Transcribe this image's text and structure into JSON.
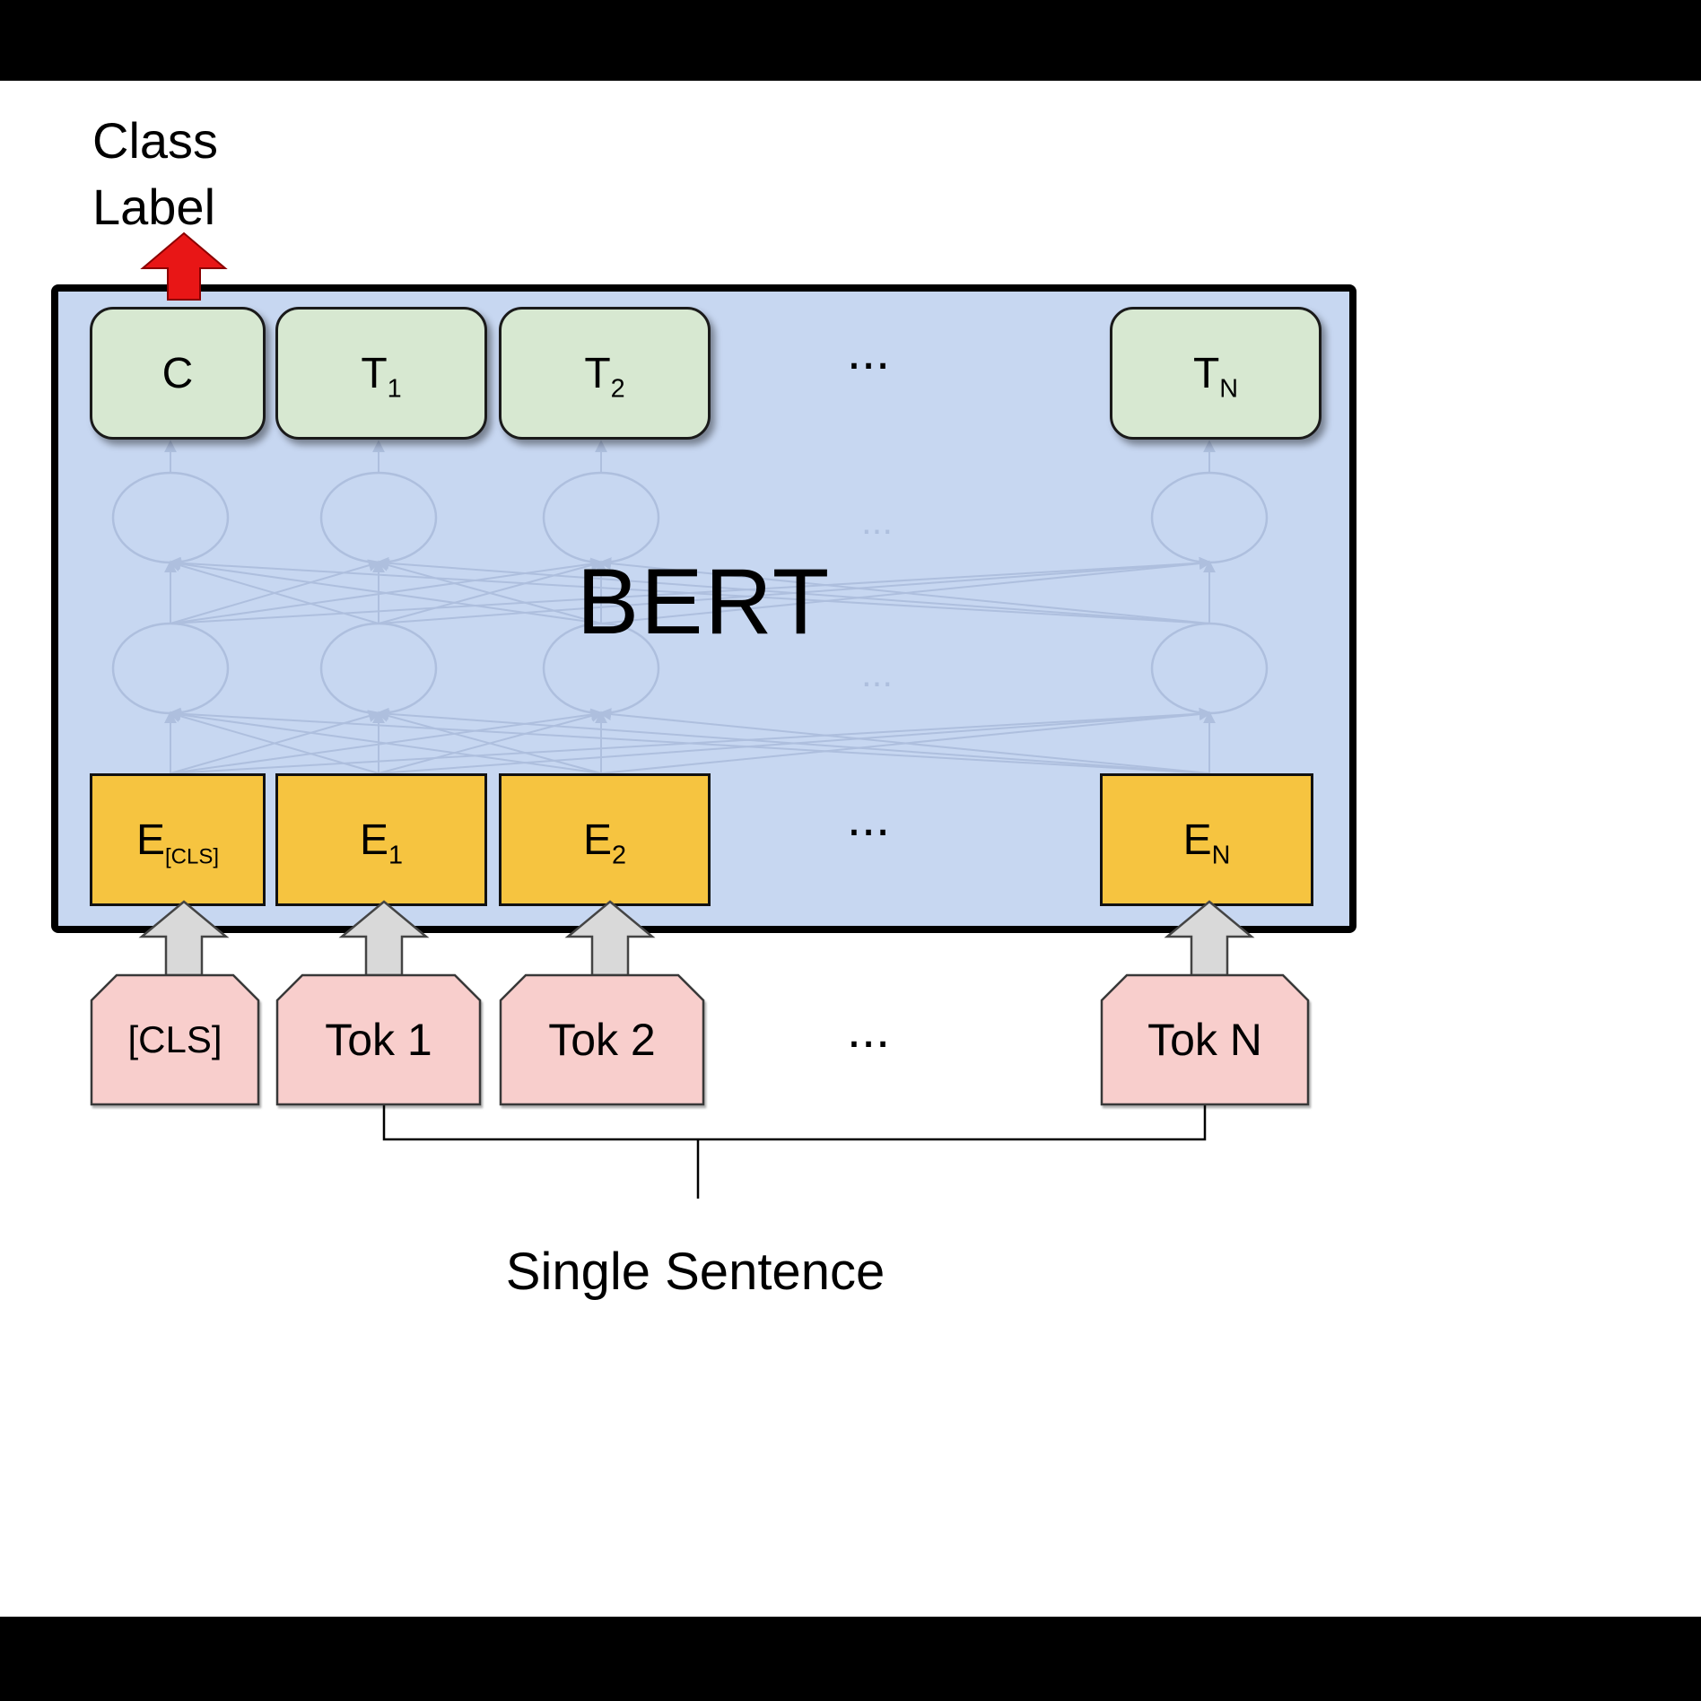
{
  "labels": {
    "class_label_line1": "Class",
    "class_label_line2": "Label",
    "bert": "BERT",
    "ellipsis": "...",
    "caption": "Single Sentence"
  },
  "outputs": [
    {
      "main": "C",
      "sub": ""
    },
    {
      "main": "T",
      "sub": "1"
    },
    {
      "main": "T",
      "sub": "2"
    },
    {
      "main": "T",
      "sub": "N"
    }
  ],
  "embeddings": [
    {
      "main": "E",
      "sub": "[CLS]"
    },
    {
      "main": "E",
      "sub": "1"
    },
    {
      "main": "E",
      "sub": "2"
    },
    {
      "main": "E",
      "sub": "N"
    }
  ],
  "tokens": [
    {
      "label": "[CLS]"
    },
    {
      "label": "Tok 1"
    },
    {
      "label": "Tok 2"
    },
    {
      "label": "Tok N"
    }
  ],
  "colors": {
    "bert_fill": "#c7d7f1",
    "output_fill": "#d7e8d1",
    "embedding_fill": "#f6c440",
    "token_fill": "#f8cecc",
    "class_arrow": "#e81616",
    "input_arrow": "#d9d9d9"
  }
}
